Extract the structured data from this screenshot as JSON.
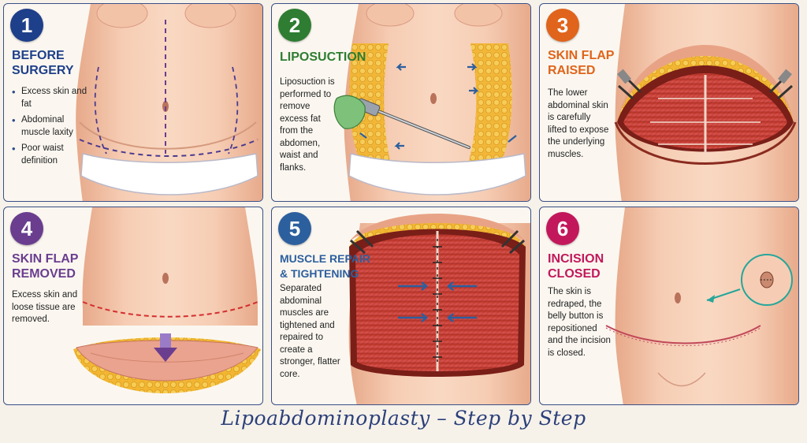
{
  "caption": "Lipoabdominoplasty – Step by Step",
  "colors": {
    "blue": "#1e3f8a",
    "green": "#2e7d32",
    "orange": "#e0641b",
    "purple": "#6a3d8f",
    "steel": "#2c5f9e",
    "magenta": "#c2185b"
  },
  "panels": [
    {
      "number": "1",
      "title": "BEFORE\nSURGERY",
      "bullets": [
        "Excess skin and fat",
        "Abdominal muscle laxity",
        "Poor waist definition"
      ]
    },
    {
      "number": "2",
      "title": "LIPOSUCTION",
      "text": "Liposuction is performed to remove excess fat from the abdomen, waist and flanks."
    },
    {
      "number": "3",
      "title": "SKIN FLAP\nRAISED",
      "text": "The lower abdominal skin is carefully lifted to expose the underlying muscles."
    },
    {
      "number": "4",
      "title": "SKIN FLAP\nREMOVED",
      "text": "Excess skin and loose tissue are removed."
    },
    {
      "number": "5",
      "title": "MUSCLE REPAIR\n& TIGHTENING",
      "text": "Separated abdominal muscles are tightened and repaired to create a stronger, flatter core."
    },
    {
      "number": "6",
      "title": "INCISION\nCLOSED",
      "text": "The skin is redraped, the belly button is repositioned and the incision is closed."
    }
  ]
}
